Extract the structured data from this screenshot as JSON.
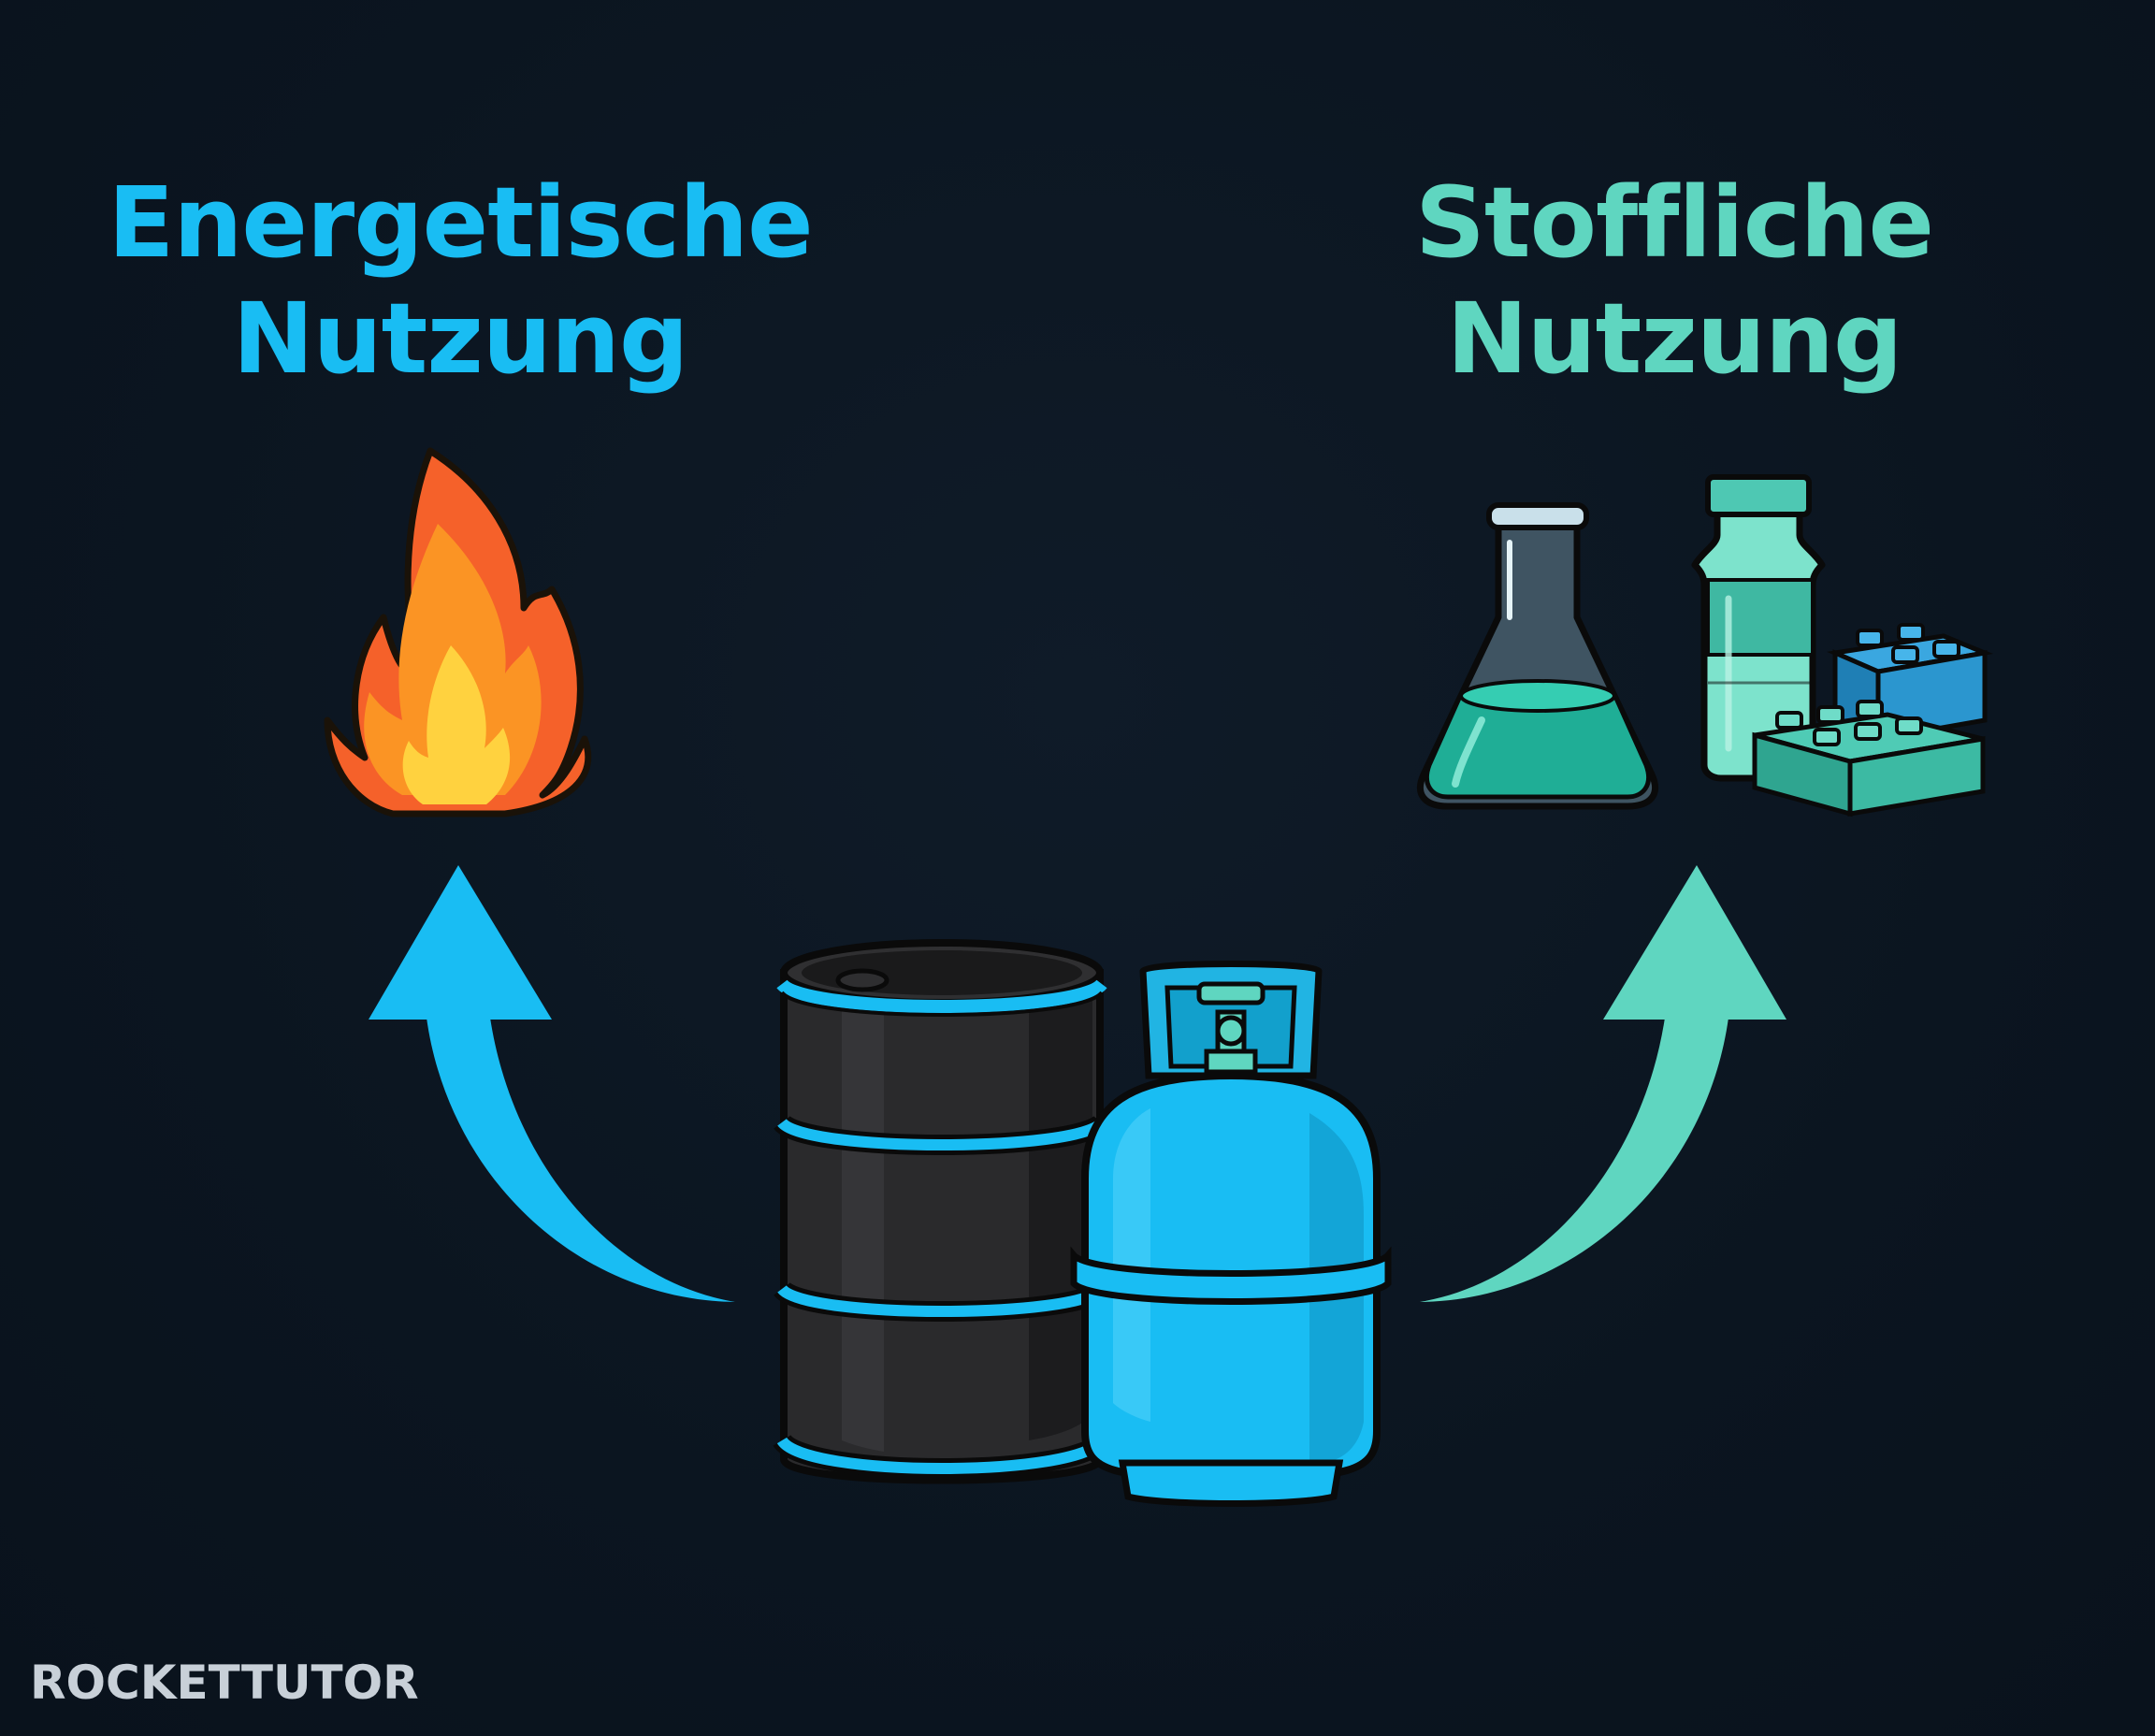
{
  "left_label": {
    "line1": "Energetische",
    "line2": "Nutzung",
    "color": "#19bdf3"
  },
  "right_label": {
    "line1": "Stoffliche",
    "line2": "Nutzung",
    "color": "#5fd6c0"
  },
  "icons": {
    "left": "flame-icon",
    "center": [
      "oil-barrel-icon",
      "gas-cylinder-icon"
    ],
    "right": [
      "erlenmeyer-flask-icon",
      "plastic-bottle-icon",
      "building-blocks-icon"
    ]
  },
  "logo": {
    "text": "ROCKETTUTOR"
  }
}
